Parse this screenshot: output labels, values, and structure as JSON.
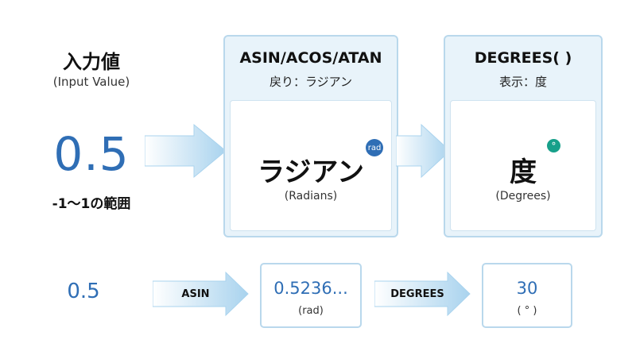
{
  "input": {
    "title": "入力値",
    "subtitle": "(Input Value)",
    "value": "0.5",
    "range": "-1～1の範囲"
  },
  "panel_asin": {
    "title": "ASIN/ACOS/ATAN",
    "subtitle": "戻り：ラジアン",
    "main": "ラジアン",
    "unit": "(Radians)",
    "badge": "rad"
  },
  "panel_degrees": {
    "title": "DEGREES( )",
    "subtitle": "表示：度",
    "main": "度",
    "unit": "(Degrees)",
    "badge": "°"
  },
  "example": {
    "input_value": "0.5",
    "step1_label": "ASIN",
    "step1_result": "0.5236...",
    "step1_unit": "(rad)",
    "step2_label": "DEGREES",
    "step2_result": "30",
    "step2_unit": "( ° )"
  },
  "colors": {
    "accent_blue": "#2f6eb5",
    "panel_border": "#b9d8ec",
    "panel_fill": "#e8f3fa",
    "degree_badge": "#17a08a"
  }
}
